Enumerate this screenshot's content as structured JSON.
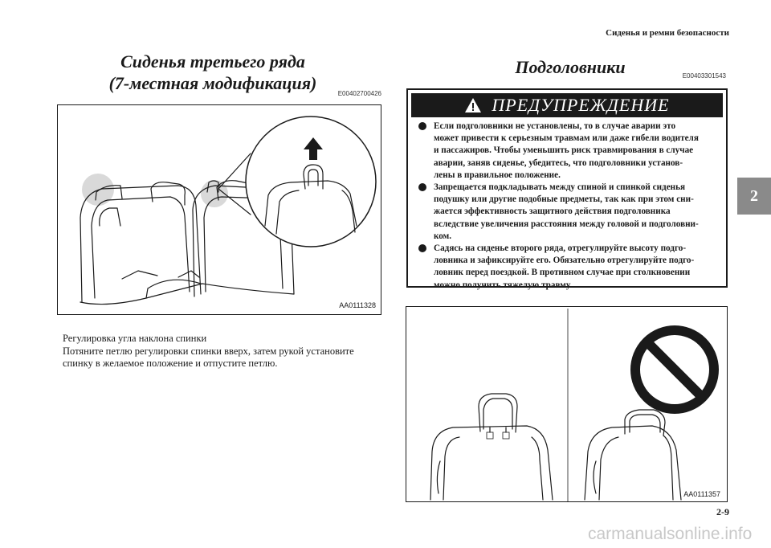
{
  "header": {
    "chapter_title": "Сиденья и ремни безопасности"
  },
  "chapter_tab": "2",
  "left": {
    "title_line1": "Сиденья третьего ряда",
    "title_line2": "(7-местная модификация)",
    "code": "E00402700426",
    "figure_id": "AA0111328",
    "caption_title": "Регулировка угла наклона спинки",
    "caption_line1": "Потяните петлю регулировки спинки вверх, затем рукой установите",
    "caption_line2": "спинку в желаемое положение и отпустите петлю."
  },
  "right": {
    "title": "Подголовники",
    "code": "E00403301543",
    "warning": {
      "title": "ПРЕДУПРЕЖДЕНИЕ",
      "items": [
        [
          "Если подголовники не установлены, то в случае аварии это",
          "может привести к серьезным травмам или даже гибели водителя",
          "и пассажиров. Чтобы уменьшить риск травмирования в случае",
          "аварии, заняв сиденье, убедитесь, что подголовники установ-",
          "лены в правильное положение."
        ],
        [
          "Запрещается подкладывать между спиной и спинкой сиденья",
          "подушку или другие подобные предметы, так как при этом сни-",
          "жается эффективность защитного действия подголовника",
          "вследствие увеличения расстояния между головой и подголовни-",
          "ком."
        ],
        [
          "Садясь на сиденье второго ряда, отрегулируйте высоту подго-",
          "ловника и зафиксируйте его. Обязательно отрегулируйте подго-",
          "ловник перед поездкой. В противном случае при столкновении",
          "можно получить тяжелую травму."
        ]
      ]
    },
    "figure_id": "AA0111357"
  },
  "page_number": "2-9",
  "watermark": "carmanualsonline.info"
}
